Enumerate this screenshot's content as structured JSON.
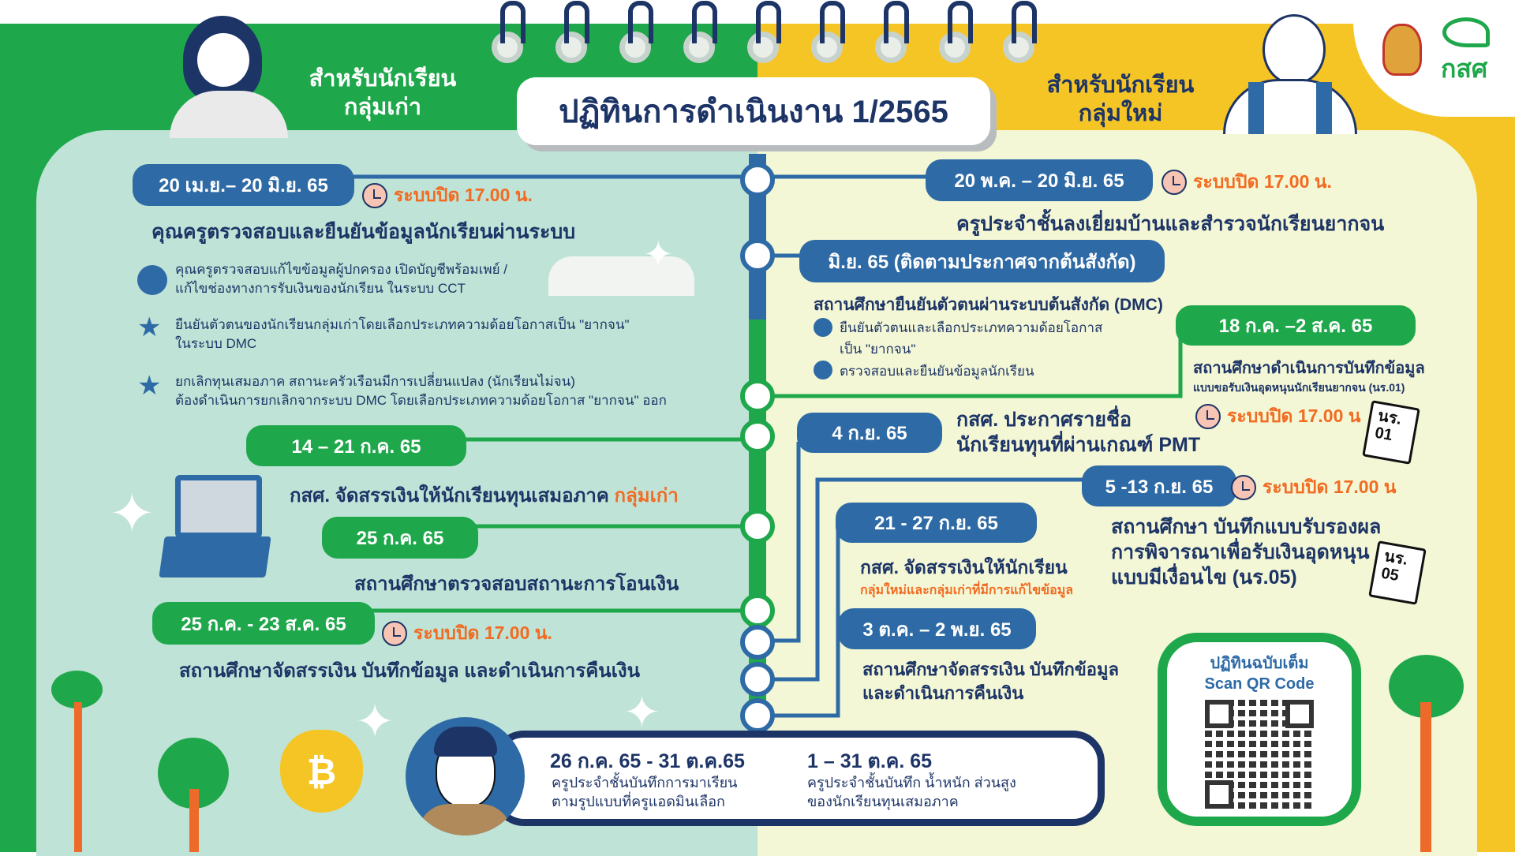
{
  "title": "ปฏิทินการดำเนินงาน  1/2565",
  "logo_text": "กสศ",
  "groups": {
    "old": {
      "line1": "สำหรับนักเรียน",
      "line2": "กลุ่มเก่า"
    },
    "new": {
      "line1": "สำหรับนักเรียน",
      "line2": "กลุ่มใหม่"
    }
  },
  "colors": {
    "green": "#1fa84b",
    "yellow": "#f5c526",
    "blue": "#2e6aa5",
    "orange": "#f26b22",
    "navy": "#1d3466"
  },
  "left": [
    {
      "date": "20 เม.ย.– 20 มิ.ย. 65",
      "close": "ระบบปิด 17.00 น.",
      "heading": "คุณครูตรวจสอบและยืนยันข้อมูลนักเรียนผ่านระบบ",
      "bullets": [
        {
          "icon": "circle",
          "line1": "คุณครูตรวจสอบแก้ไขข้อมูลผู้ปกครอง เปิดบัญชีพร้อมเพย์ /",
          "line2": "แก้ไขช่องทางการรับเงินของนักเรียน ในระบบ CCT"
        },
        {
          "icon": "star",
          "line1": "ยืนยันตัวตนของนักเรียนกลุ่มเก่าโดยเลือกประเภทความด้อยโอกาสเป็น \"ยากจน\"",
          "line2": "ในระบบ DMC"
        },
        {
          "icon": "star",
          "line1": "ยกเลิกทุนเสมอภาค สถานะครัวเรือนมีการเปลี่ยนแปลง (นักเรียนไม่จน)",
          "line2": "ต้องดำเนินการยกเลิกจากระบบ DMC โดยเลือกประเภทความด้อยโอกาส \"ยากจน\" ออก"
        }
      ]
    },
    {
      "date": "14 – 21 ก.ค. 65",
      "text": "กสศ. จัดสรรเงินให้นักเรียนทุนเสมอภาค",
      "highlight": "กลุ่มเก่า"
    },
    {
      "date": "25 ก.ค. 65",
      "text": "สถานศึกษาตรวจสอบสถานะการโอนเงิน"
    },
    {
      "date": "25 ก.ค. - 23 ส.ค. 65",
      "close": "ระบบปิด 17.00 น.",
      "text": "สถานศึกษาจัดสรรเงิน บันทึกข้อมูล และดำเนินการคืนเงิน"
    }
  ],
  "right": [
    {
      "date": "20 พ.ค. – 20 มิ.ย. 65",
      "close": "ระบบปิด 17.00 น.",
      "text": "ครูประจำชั้นลงเยี่ยมบ้านและสำรวจนักเรียนยากจน"
    },
    {
      "date": "มิ.ย. 65 (ติดตามประกาศจากต้นสังกัด)",
      "heading": "สถานศึกษายืนยันตัวตนผ่านระบบต้นสังกัด (DMC)",
      "bullets": [
        "ยืนยันตัวตนและเลือกประเภทความด้อยโอกาส",
        "เป็น \"ยากจน\"",
        "ตรวจสอบและยืนยันข้อมูลนักเรียน"
      ]
    },
    {
      "date": "18 ก.ค. –2 ส.ค. 65",
      "text": "สถานศึกษาดำเนินการบันทึกข้อมูล",
      "sub": "แบบขอรับเงินอุดหนุนนักเรียนยากจน (นร.01)",
      "close": "ระบบปิด 17.00 น",
      "doc": [
        "นร.",
        "01"
      ]
    },
    {
      "date": "4 ก.ย. 65",
      "line1": "กสศ. ประกาศรายชื่อ",
      "line2": "นักเรียนทุนที่ผ่านเกณฑ์ PMT"
    },
    {
      "date": "5 -13 ก.ย. 65",
      "close": "ระบบปิด 17.00 น",
      "line1": "สถานศึกษา บันทึกแบบรับรองผล",
      "line2": "การพิจารณาเพื่อรับเงินอุดหนุน",
      "line3": "แบบมีเงื่อนไข (นร.05)",
      "doc": [
        "นร.",
        "05"
      ]
    },
    {
      "date": "21 - 27 ก.ย. 65",
      "text": "กสศ. จัดสรรเงินให้นักเรียน",
      "sub": "กลุ่มใหม่และกลุ่มเก่าที่มีการแก้ไขข้อมูล"
    },
    {
      "date": "3 ต.ค. – 2 พ.ย. 65",
      "line1": "สถานศึกษาจัดสรรเงิน บันทึกข้อมูล",
      "line2": "และดำเนินการคืนเงิน"
    }
  ],
  "bottom": [
    {
      "date": "26 ก.ค. 65 - 31 ต.ค.65",
      "line1": "ครูประจำชั้นบันทึกการมาเรียน",
      "line2": "ตามรูปแบบที่ครูแอดมินเลือก"
    },
    {
      "date": "1 – 31 ต.ค. 65",
      "line1": "ครูประจำชั้นบันทึก น้ำหนัก ส่วนสูง",
      "line2": "ของนักเรียนทุนเสมอภาค"
    }
  ],
  "qr": {
    "line1": "ปฏิทินฉบับเต็ม",
    "line2": "Scan QR Code"
  }
}
